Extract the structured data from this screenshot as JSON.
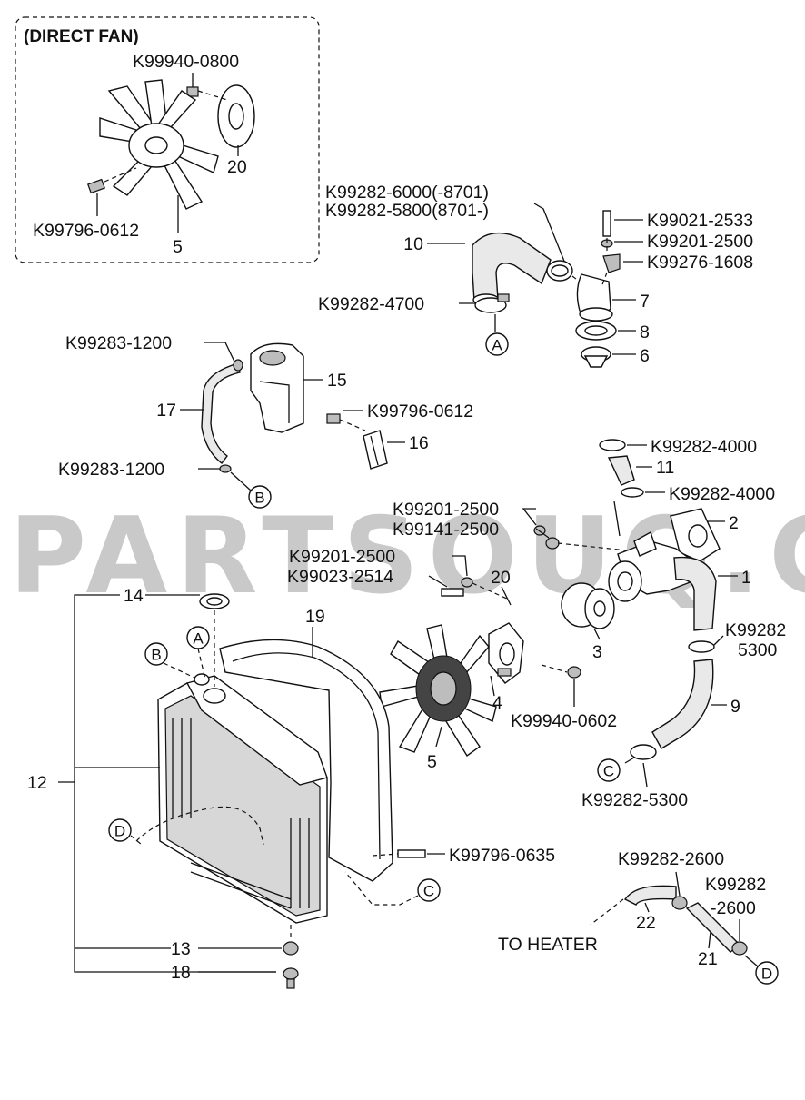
{
  "watermark": "PARTSOUQ.COM",
  "inset": {
    "title": "(DIRECT FAN)"
  },
  "labels": {
    "inset_nut": "K99940-0800",
    "inset_bolt": "K99796-0612",
    "inset_fan": "5",
    "inset_spacer": "20",
    "clamp_10_a": "K99282-6000(-8701)",
    "clamp_10_b": "K99282-5800(8701-)",
    "clamp_10_bottom": "K99282-4700",
    "bolt_7": "K99021-2533",
    "washer_7": "K99201-2500",
    "bracket_7": "K99276-1608",
    "hose_17_top_clamp": "K99283-1200",
    "hose_17_bot_clamp": "K99283-1200",
    "bolt_16": "K99796-0612",
    "clamp_11_top": "K99282-4000",
    "clamp_11_bot": "K99282-4000",
    "washer_pump": "K99201-2500",
    "nut_pump": "K99141-2500",
    "washer_stud": "K99201-2500",
    "stud": "K99023-2514",
    "clamp_9_top_a": "K99282",
    "clamp_9_top_b": "5300",
    "nut_fan": "K99940-0602",
    "clamp_9_bot": "K99282-5300",
    "bolt_shroud": "K99796-0635",
    "clamp_22": "K99282-2600",
    "clamp_21_a": "K99282",
    "clamp_21_b": "-2600",
    "to_heater": "TO HEATER"
  },
  "part_numbers": {
    "p1": "1",
    "p2": "2",
    "p3": "3",
    "p4": "4",
    "p5": "5",
    "p6": "6",
    "p7": "7",
    "p8": "8",
    "p9": "9",
    "p10": "10",
    "p11": "11",
    "p12": "12",
    "p13": "13",
    "p14": "14",
    "p15": "15",
    "p16": "16",
    "p17": "17",
    "p18": "18",
    "p19": "19",
    "p20": "20",
    "p21": "21",
    "p22": "22"
  },
  "connectors": {
    "a": "A",
    "b": "B",
    "c": "C",
    "d": "D"
  }
}
